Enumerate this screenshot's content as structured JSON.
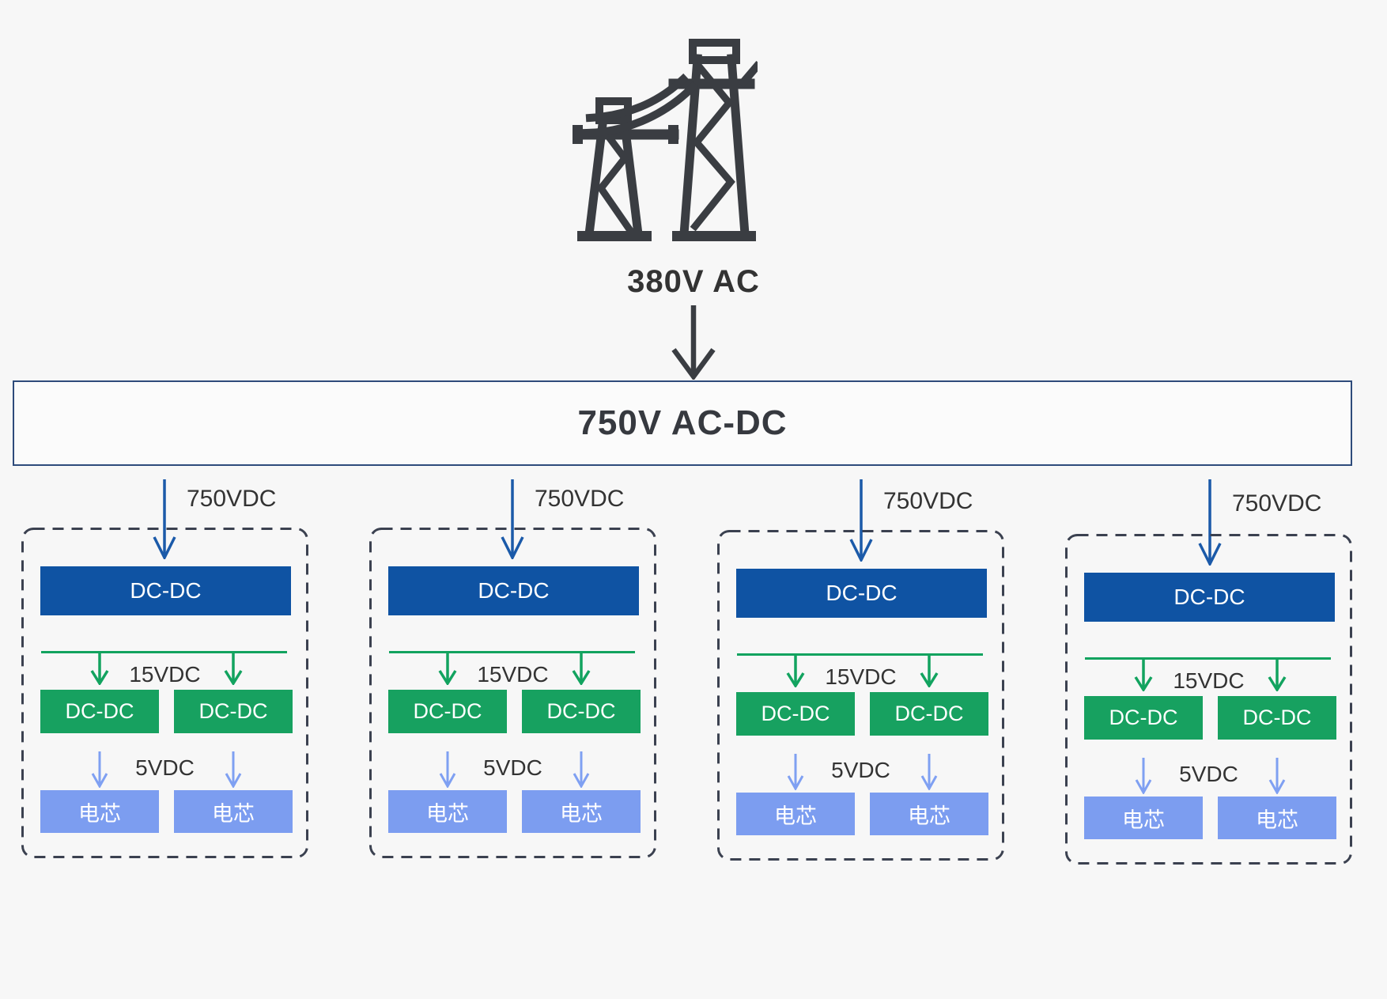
{
  "colors": {
    "background": "#f7f7f7",
    "primary_converter_blue": "#0f53a3",
    "secondary_converter_green": "#17a160",
    "bus_line_green": "#12a35f",
    "cell_blue": "#7c9df0",
    "low_arrow_blue": "#7fa0f2",
    "branch_arrow_blue": "#1b5aa9",
    "dark_text": "#333333",
    "dashed_border": "#3b4150",
    "converter_border": "#2e4b7b"
  },
  "source": {
    "icon": "transmission-tower-icon",
    "label": "380V AC"
  },
  "converter": {
    "label": "750V AC-DC"
  },
  "groups": [
    {
      "input_label": "750VDC",
      "primary_converter": "DC-DC",
      "mid_voltage_label": "15VDC",
      "secondary_converters": [
        "DC-DC",
        "DC-DC"
      ],
      "low_voltage_label": "5VDC",
      "cells": [
        "电芯",
        "电芯"
      ]
    },
    {
      "input_label": "750VDC",
      "primary_converter": "DC-DC",
      "mid_voltage_label": "15VDC",
      "secondary_converters": [
        "DC-DC",
        "DC-DC"
      ],
      "low_voltage_label": "5VDC",
      "cells": [
        "电芯",
        "电芯"
      ]
    },
    {
      "input_label": "750VDC",
      "primary_converter": "DC-DC",
      "mid_voltage_label": "15VDC",
      "secondary_converters": [
        "DC-DC",
        "DC-DC"
      ],
      "low_voltage_label": "5VDC",
      "cells": [
        "电芯",
        "电芯"
      ]
    },
    {
      "input_label": "750VDC",
      "primary_converter": "DC-DC",
      "mid_voltage_label": "15VDC",
      "secondary_converters": [
        "DC-DC",
        "DC-DC"
      ],
      "low_voltage_label": "5VDC",
      "cells": [
        "电芯",
        "电芯"
      ]
    }
  ]
}
